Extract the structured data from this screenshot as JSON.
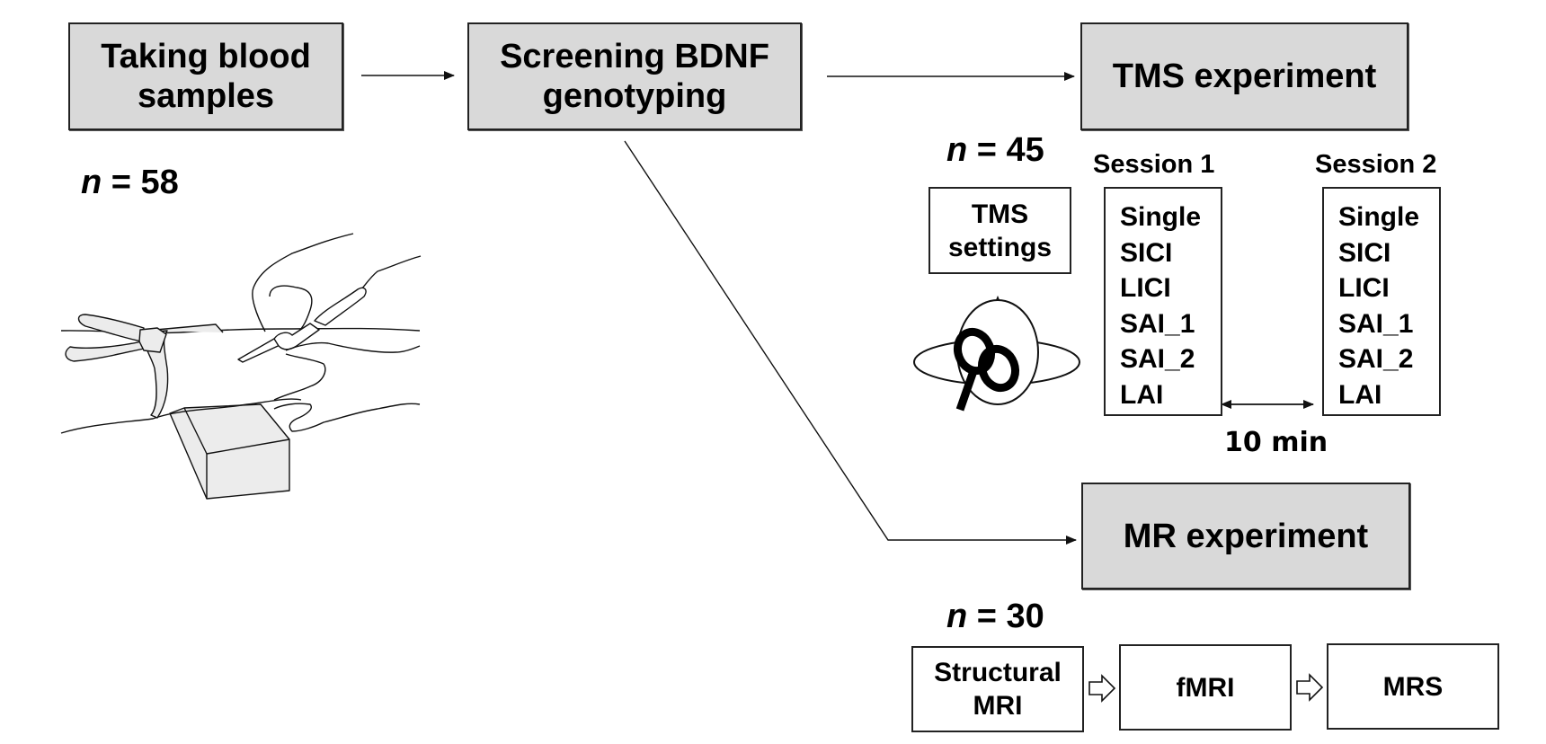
{
  "flow": {
    "step1": {
      "line1": "Taking blood",
      "line2": "samples"
    },
    "step2": {
      "line1": "Screening BDNF",
      "line2": "genotyping"
    },
    "tms": {
      "title": "TMS experiment"
    },
    "mr": {
      "title": "MR experiment"
    }
  },
  "counts": {
    "blood": {
      "var": "n",
      "text": " = 58"
    },
    "tms": {
      "var": "n",
      "text": " = 45"
    },
    "mr": {
      "var": "n",
      "text": " = 30"
    }
  },
  "tms_section": {
    "settings": {
      "line1": "TMS",
      "line2": "settings"
    },
    "sessions": [
      {
        "label": "Session 1",
        "items": [
          "Single",
          "SICI",
          "LICI",
          "SAI_1",
          "SAI_2",
          "LAI"
        ]
      },
      {
        "label": "Session 2",
        "items": [
          "Single",
          "SICI",
          "LICI",
          "SAI_1",
          "SAI_2",
          "LAI"
        ]
      }
    ],
    "interval": "10 min"
  },
  "mr_section": {
    "steps": [
      {
        "line1": "Structural",
        "line2": "MRI"
      },
      {
        "line1": "fMRI",
        "line2": ""
      },
      {
        "line1": "MRS",
        "line2": ""
      }
    ]
  },
  "icons": {
    "illustration": "blood-draw-illustration",
    "tms": "tms-coil-head-icon"
  },
  "colors": {
    "box_fill": "#d9d9d9",
    "stroke": "#222222",
    "illustration_fill": "#ececec"
  }
}
